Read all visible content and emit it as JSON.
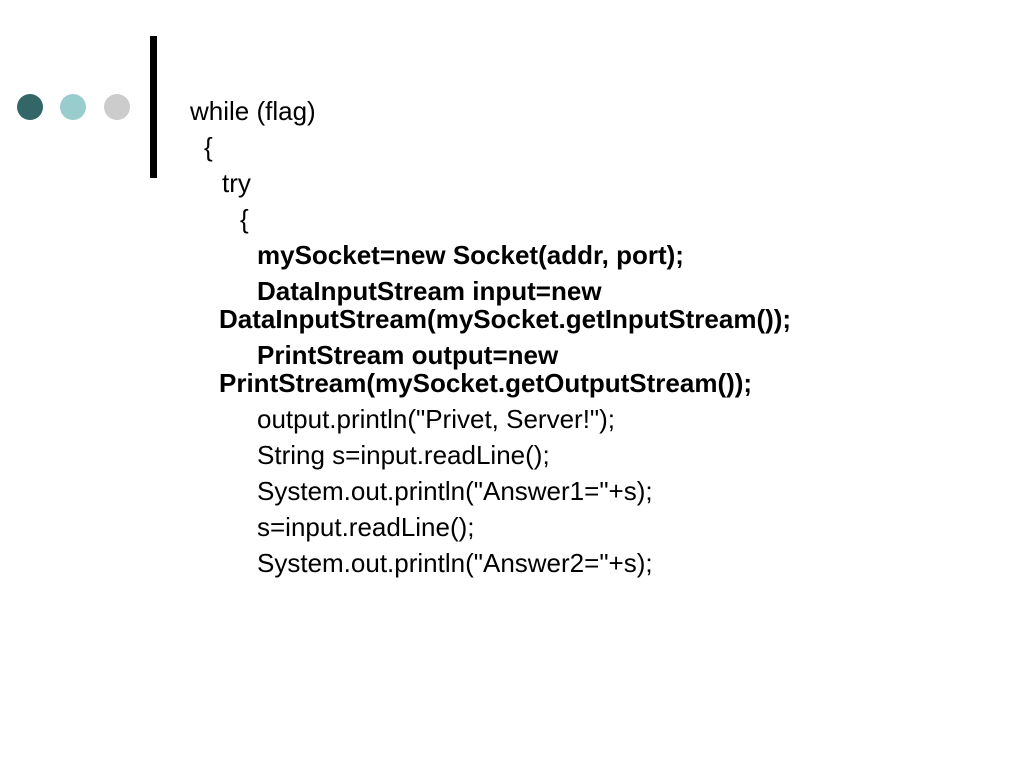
{
  "theme": {
    "dot_colors": [
      "#336666",
      "#99cccc",
      "#cccccc"
    ],
    "bar_color": "#000000",
    "text_color": "#000000"
  },
  "slide": {
    "lines": [
      {
        "text": "while (flag)",
        "bold": false
      },
      {
        "text": "{",
        "bold": false
      },
      {
        "text": "try",
        "bold": false
      },
      {
        "text": "{",
        "bold": false
      },
      {
        "text": "mySocket=new Socket(addr, port);",
        "bold": true
      },
      {
        "text": "DataInputStream input=new",
        "bold": true
      },
      {
        "text": "DataInputStream(mySocket.getInputStream());",
        "bold": true
      },
      {
        "text": "PrintStream output=new",
        "bold": true
      },
      {
        "text": "PrintStream(mySocket.getOutputStream());",
        "bold": true
      },
      {
        "text": "output.println(\"Privet, Server!\");",
        "bold": false
      },
      {
        "text": "String s=input.readLine();",
        "bold": false
      },
      {
        "text": "System.out.println(\"Answer1=\"+s);",
        "bold": false
      },
      {
        "text": "s=input.readLine();",
        "bold": false
      },
      {
        "text": "System.out.println(\"Answer2=\"+s);",
        "bold": false
      }
    ]
  }
}
